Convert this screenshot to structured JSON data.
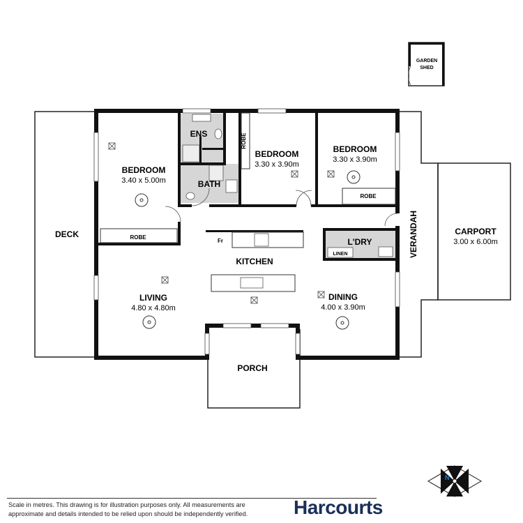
{
  "rooms": {
    "garden_shed": {
      "line1": "GARDEN",
      "line2": "SHED"
    },
    "ensuite": {
      "name": "ENS"
    },
    "bedroom_1": {
      "name": "BEDROOM",
      "dims": "3.40 x 5.00m"
    },
    "bedroom_2": {
      "name": "BEDROOM",
      "dims": "3.30 x 3.90m"
    },
    "bedroom_3": {
      "name": "BEDROOM",
      "dims": "3.30 x 3.90m"
    },
    "bath": {
      "name": "BATH"
    },
    "deck": {
      "name": "DECK"
    },
    "carport": {
      "name": "CARPORT",
      "dims": "3.00 x 6.00m"
    },
    "verandah": {
      "name": "VERANDAH"
    },
    "laundry": {
      "name": "L'DRY"
    },
    "linen": {
      "name": "LINEN"
    },
    "kitchen": {
      "name": "KITCHEN"
    },
    "living": {
      "name": "LIVING",
      "dims": "4.80 x 4.80m"
    },
    "dining": {
      "name": "DINING",
      "dims": "4.00 x 3.90m"
    },
    "porch": {
      "name": "PORCH"
    }
  },
  "fixtures": {
    "robe_1": "ROBE",
    "robe_2": "ROBE",
    "robe_3": "ROBE",
    "fridge": "Fr"
  },
  "footer": {
    "disclaimer_line1": "Scale in metres. This drawing is for illustration purposes only. All measurements are",
    "disclaimer_line2": "approximate and details intended to be relied upon should be independently verified.",
    "brand": "Harcourts",
    "compass_north": "N"
  },
  "colors": {
    "wall": "#111111",
    "wet_area": "#d6d6d6",
    "outline": "#222222",
    "brand": "#1a2f5a",
    "compass_accent": "#2a7fd4"
  }
}
